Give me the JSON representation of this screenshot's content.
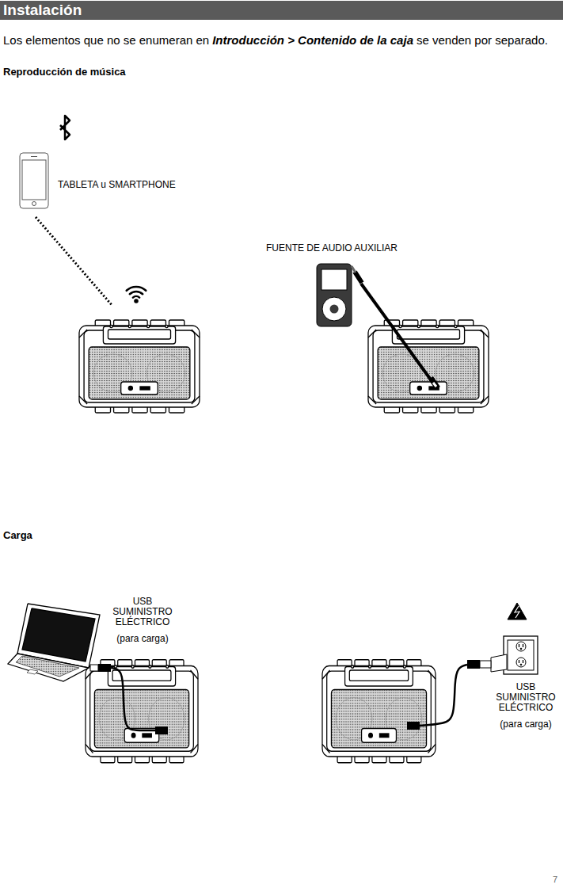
{
  "diagram": {
    "nodes": [
      {
        "text": [
          "Instalación"
        ]
      }
    ],
    "labels": [
      "Los elementos que no se enumeran en",
      "Introducción > Contenido de la caja",
      "se venden por separado.",
      "Reproducción de música",
      "TABLETA u SMARTPHONE",
      "FUENTE DE AUDIO AUXILIAR",
      "Carga",
      "USB SUMINISTRO ELÉCTRICO",
      "(para carga)",
      "USB SUMINISTRO ELÉCTRICO",
      "(para carga)",
      "7"
    ]
  }
}
